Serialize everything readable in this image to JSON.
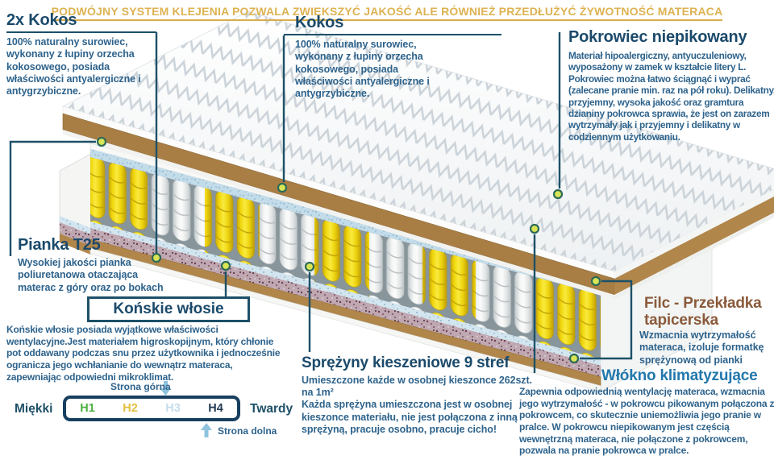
{
  "title": "PODWÓJNY SYSTEM KLEJENIA POZWALA ZWIĘKSZYĆ JAKOŚĆ ALE RÓWNIEŻ PRZEDŁUŻYĆ ŻYWOTNOŚĆ MATERACA",
  "blocks": {
    "kokos2x": {
      "heading": "2x Kokos",
      "body": "100% naturalny surowiec, wykonany z łupiny orzecha kokosowego, posiada właściwości antyalergiczne i antygrzybiczne."
    },
    "kokos": {
      "heading": "Kokos",
      "body": "100% naturalny surowiec, wykonany z łupiny orzecha kokosowego, posiada właściwości antyalergiczne i antygrzybiczne."
    },
    "pokrowiec": {
      "heading": "Pokrowiec niepikowany",
      "body": "Materiał hipoalergiczny, antyuczuleniowy, wyposażony w zamek w kształcie litery L. Pokrowiec można łatwo ściągnąć i wyprać (zalecane pranie min. raz na pół roku). Delikatny, przyjemny, wysoka jakość oraz gramtura dzianiny pokrowca sprawia, że jest on zarazem wytrzymały jak i przyjemny i delikatny w codziennym użytkowaniu."
    },
    "pianka": {
      "heading": "Pianka T25",
      "body": "Wysokiej jakości pianka poliuretanowa otaczająca materac z góry oraz po bokach"
    },
    "konskie": {
      "heading": "Końskie włosie",
      "body": "Końskie włosie posiada wyjątkowe właściwości wentylacyjne.Jest materiałem higroskopijnym, który chłonie pot oddawany podczas snu przez użytkownika i jednocześnie ogranicza jego wchłanianie do wewnątrz materaca, zapewniając odpowiedni mikroklimat."
    },
    "sprezyny": {
      "heading": "Sprężyny kieszeniowe 9 stref",
      "body1": "Umieszczone każde w osobnej kieszonce 262szt. na 1m²",
      "body2": "Każda sprężyna umieszczona jest w osobnej kieszonce materiału, nie jest połączona z inną sprężyną, pracuje osobno, pracuje cicho!"
    },
    "filc": {
      "heading": "Filc - Przekładka tapicerska",
      "body": "Wzmacnia wytrzymałość materaca, izoluje formatkę sprężynową od pianki"
    },
    "wlokno": {
      "heading": "Włókno klimatyzujące",
      "body": "Zapewnia odpowiednią wentylację materaca, wzmacnia jego wytrzymałość - w pokrowcu pikowanym połączona z pokrowcem, co skutecznie uniemożliwia jego pranie w pralce. W pokrowcu niepikowanym jest częścią wewnętrzną materaca, nie połączone z pokrowcem, pozwala na pranie pokrowca w pralce."
    }
  },
  "scale": {
    "left_label": "Miękki",
    "right_label": "Twardy",
    "levels": [
      {
        "label": "H1",
        "color": "#4caf3f"
      },
      {
        "label": "H2",
        "color": "#e5be3e"
      },
      {
        "label": "H3",
        "color": "#c6dded"
      },
      {
        "label": "H4",
        "color": "#233b55"
      }
    ],
    "top_note": "Strona górna",
    "bottom_note": "Strona dolna"
  },
  "icons": {
    "arrow_down": "arrow-down-icon",
    "arrow_up": "arrow-up-icon"
  },
  "colors": {
    "title_gold": "#ddb252",
    "heading_navy": "#1b4a6b",
    "body_navy": "#2e638c",
    "heading_brown": "#8a5a3b",
    "heading_blue": "#2278ad",
    "connector": "#1d5068",
    "marker_fill": "#d8e556",
    "marker_ring": "#2c6a57",
    "spring_yellow": "#f0d60c",
    "spring_white": "#eff1f0",
    "kokos_brown": "#b1864b",
    "arrow_blue": "#8fc3de"
  }
}
